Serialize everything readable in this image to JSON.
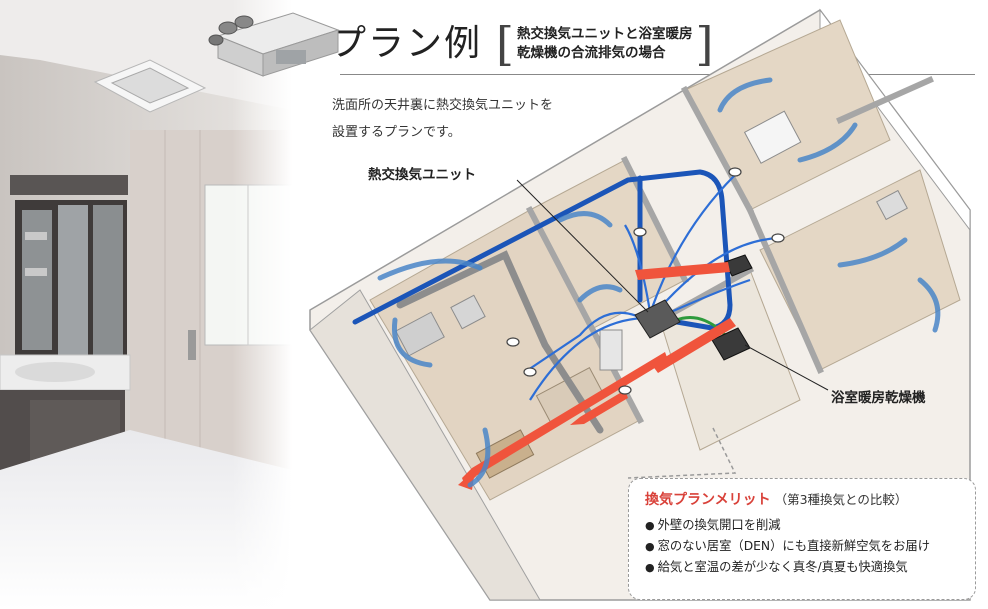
{
  "header": {
    "title": "プラン例",
    "subtitle_line1": "熱交換気ユニットと浴室暖房",
    "subtitle_line2": "乾燥機の合流排気の場合",
    "description_line1": "洗面所の天井裏に熱交換気ユニットを",
    "description_line2": "設置するプランです。"
  },
  "labels": {
    "heat_exchange_unit": "熱交換気ユニット",
    "bathroom_dryer": "浴室暖房乾燥機"
  },
  "merit": {
    "title": "換気プランメリット",
    "note": "（第3種換気との比較）",
    "items": [
      "外壁の換気開口を削減",
      "窓のない居室（DEN）にも直接新鮮空気をお届け",
      "給気と室温の差が少なく真冬/真夏も快適換気"
    ]
  },
  "colors": {
    "supply_duct": "#1b55b8",
    "exhaust_arrow": "#f0543c",
    "dryer_duct": "#2e9a3c",
    "airflow": "#4a86c8",
    "merit_accent": "#d9423a"
  }
}
